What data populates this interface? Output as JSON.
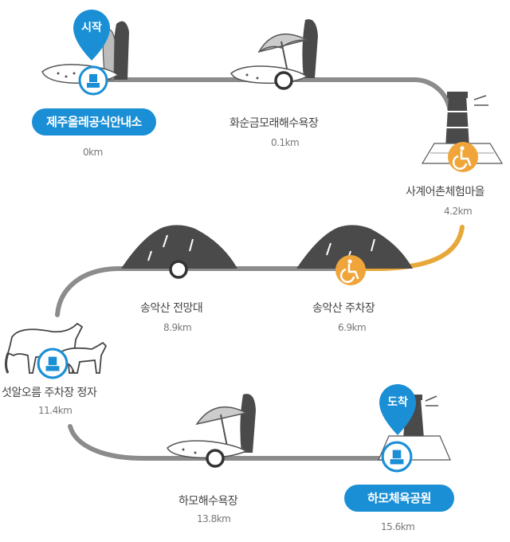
{
  "markers": {
    "start": "시작",
    "end": "도착"
  },
  "stops": [
    {
      "name": "제주올레공식안내소",
      "distance": "0km"
    },
    {
      "name": "화순금모래해수욕장",
      "distance": "0.1km"
    },
    {
      "name": "사계어촌체험마을",
      "distance": "4.2km"
    },
    {
      "name": "송악산 전망대",
      "distance": "8.9km"
    },
    {
      "name": "송악산 주차장",
      "distance": "6.9km"
    },
    {
      "name": "섯알오름 주차장 정자",
      "distance": "11.4km"
    },
    {
      "name": "하모해수욕장",
      "distance": "13.8km"
    },
    {
      "name": "하모체육공원",
      "distance": "15.6km"
    }
  ],
  "colors": {
    "route": "#8c8c8c",
    "highlight": "#e7a83a",
    "accent": "#1a8fd6",
    "accessible": "#f0a53a"
  },
  "icons": [
    "info-center-icon",
    "wheelchair-icon",
    "beach-umbrella-icon",
    "lighthouse-icon",
    "mountain-icon",
    "horse-icon"
  ]
}
